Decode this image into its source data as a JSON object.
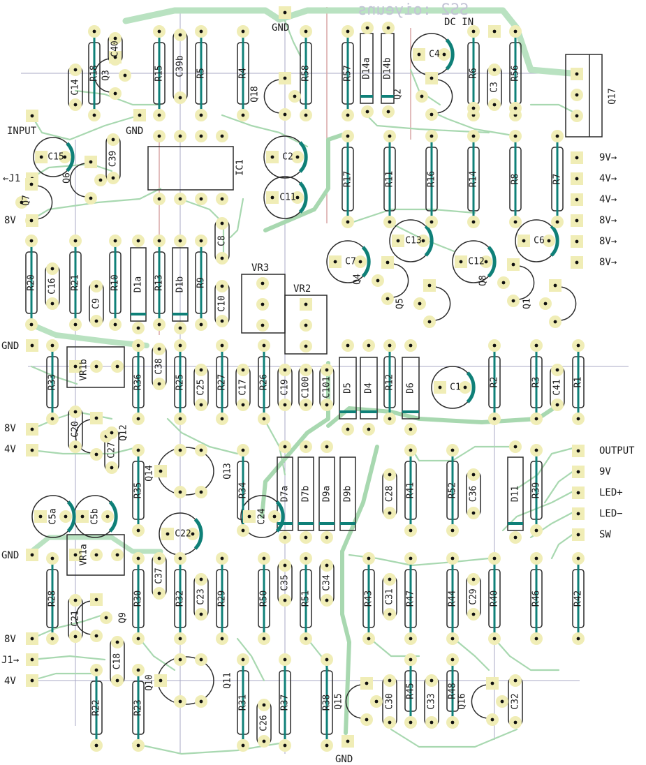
{
  "colors": {
    "background": "#ffffff",
    "track": "#a8d8b0",
    "track_heavy": "#b9e2c1",
    "pad": "#f0edb6",
    "drill": "#0f0f0f",
    "component_body": "#0f8078",
    "silkscreen": "#1c1c1c",
    "outline": "#2a2a2a",
    "board_grid": "#a9a9c6",
    "board_edge": "#d9a6a6",
    "mirrored_text": "#c3c4d6"
  },
  "board": {
    "mirrored_title": "SS2 :oiyeuns",
    "connectors": {
      "input": "INPUT",
      "gnd": "GND",
      "dc_in": "DC IN",
      "j1_left": "←J1",
      "j1_right": "J1→",
      "v8": "8V",
      "v4": "4V",
      "outputs": [
        "9V→",
        "4V→",
        "4V→",
        "8V→",
        "8V→",
        "8V→"
      ],
      "output": "OUTPUT",
      "v9": "9V",
      "led_plus": "LED+",
      "led_minus": "LED−",
      "sw": "SW"
    },
    "refs": {
      "resistors": [
        "R1",
        "R2",
        "R3",
        "R4",
        "R5",
        "R6",
        "R7",
        "R8",
        "R9",
        "R10",
        "R11",
        "R12",
        "R13",
        "R14",
        "R15",
        "R16",
        "R17",
        "R18",
        "R20",
        "R21",
        "R22",
        "R23",
        "R25",
        "R26",
        "R27",
        "R28",
        "R29",
        "R30",
        "R31",
        "R32",
        "R33",
        "R34",
        "R35",
        "R36",
        "R37",
        "R38",
        "R39",
        "R40",
        "R41",
        "R42",
        "R43",
        "R44",
        "R45",
        "R46",
        "R47",
        "R48",
        "R50",
        "R51",
        "R52",
        "R56",
        "R57",
        "R58"
      ],
      "capacitors": [
        "C1",
        "C2",
        "C3",
        "C4",
        "C5a",
        "C5b",
        "C6",
        "C7",
        "C8",
        "C9",
        "C10",
        "C11",
        "C12",
        "C13",
        "C14",
        "C15",
        "C16",
        "C17",
        "C18",
        "C19",
        "C20",
        "C21",
        "C22",
        "C23",
        "C24",
        "C25",
        "C26",
        "C27",
        "C28",
        "C29",
        "C30",
        "C31",
        "C32",
        "C33",
        "C34",
        "C35",
        "C36",
        "C37",
        "C38",
        "C39",
        "C39b",
        "C40",
        "C41",
        "C100",
        "C101"
      ],
      "diodes": [
        "D1a",
        "D1b",
        "D4",
        "D5",
        "D6",
        "D7a",
        "D7b",
        "D9a",
        "D9b",
        "D11",
        "D14a",
        "D14b"
      ],
      "transistors": [
        "Q1",
        "Q2",
        "Q3",
        "Q4",
        "Q5",
        "Q6",
        "Q7",
        "Q8",
        "Q9",
        "Q10",
        "Q11",
        "Q12",
        "Q13",
        "Q14",
        "Q15",
        "Q16",
        "Q17",
        "Q18"
      ],
      "pots": [
        "VR1a",
        "VR1b",
        "VR2",
        "VR3"
      ],
      "ics": [
        "IC1"
      ]
    }
  }
}
